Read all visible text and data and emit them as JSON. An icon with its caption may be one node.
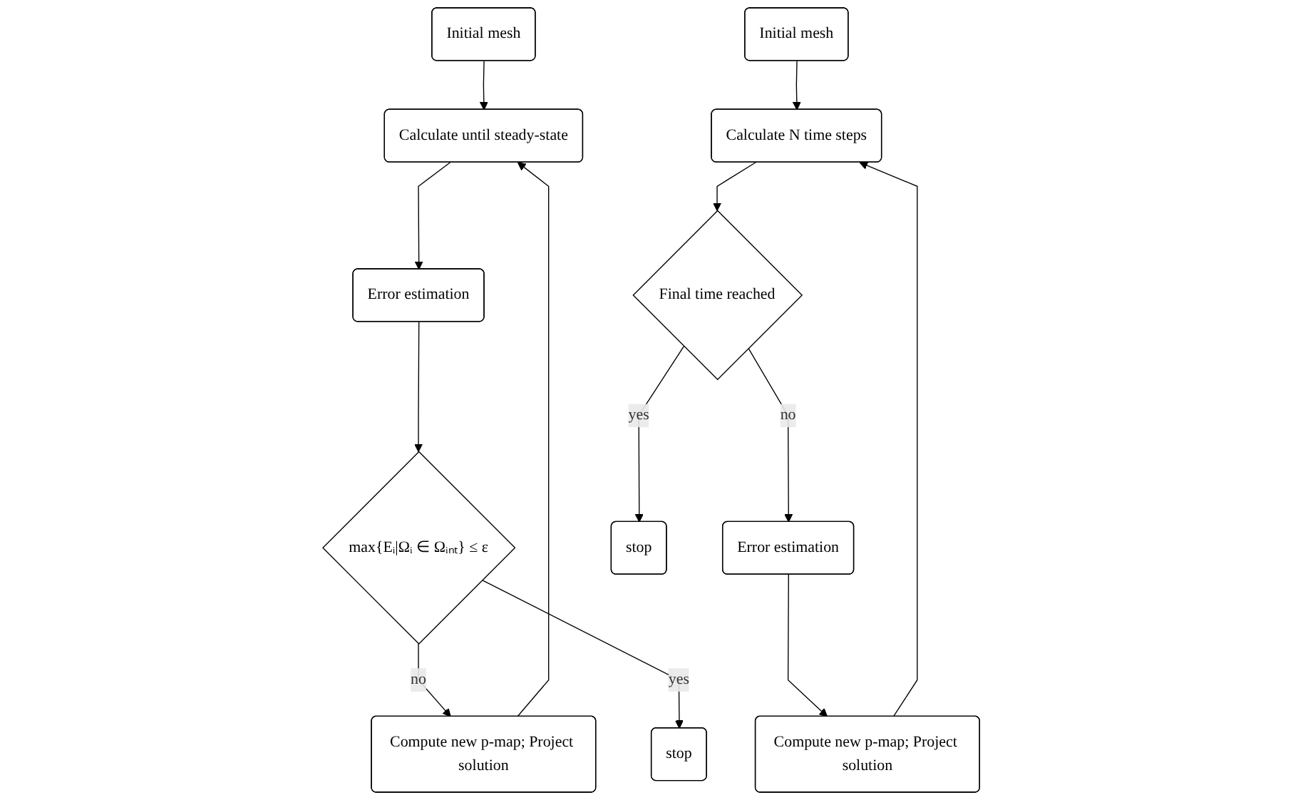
{
  "diagram": {
    "nodes": [
      {
        "text": [
          "Initial mesh"
        ]
      },
      {
        "text": [
          "Calculate until steady-state"
        ]
      },
      {
        "text": [
          "Error estimation"
        ]
      },
      {
        "text": [
          "max{Eᵢ|Ωᵢ ∈ Ωᵢₙₜ} ≤ ε"
        ]
      },
      {
        "text": [
          "Compute new p-map; Project solution"
        ]
      },
      {
        "text": [
          "stop"
        ]
      },
      {
        "text": [
          "Initial mesh"
        ]
      },
      {
        "text": [
          "Calculate N time steps"
        ]
      },
      {
        "text": [
          "Compute new p-map; Project solution"
        ]
      },
      {
        "text": [
          "Error estimation"
        ]
      },
      {
        "text": [
          "Final time reached"
        ]
      },
      {
        "text": [
          "stop"
        ]
      }
    ],
    "edges": [
      {
        "from": 0,
        "to": 1,
        "arrow": "to"
      },
      {
        "from": 1,
        "to": 2,
        "arrow": "to"
      },
      {
        "from": 2,
        "to": 3,
        "arrow": "to"
      },
      {
        "from": 3,
        "to": 4,
        "arrow": "to",
        "label": "no"
      },
      {
        "from": 4,
        "to": 1,
        "arrow": "to"
      },
      {
        "from": 3,
        "to": 5,
        "arrow": "to",
        "label": "yes"
      },
      {
        "from": 6,
        "to": 7,
        "arrow": "to"
      },
      {
        "from": 7,
        "to": 10,
        "arrow": "to"
      },
      {
        "from": 10,
        "to": 9,
        "arrow": "to",
        "label": "no"
      },
      {
        "from": 9,
        "to": 8,
        "arrow": "to"
      },
      {
        "from": 8,
        "to": 7,
        "arrow": "to"
      },
      {
        "from": 10,
        "to": 11,
        "arrow": "to",
        "label": "yes"
      }
    ]
  }
}
